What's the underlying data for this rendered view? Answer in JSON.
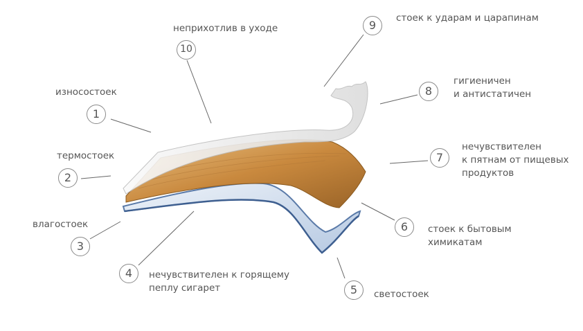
{
  "callouts": [
    {
      "number": "1",
      "text": "износостоек"
    },
    {
      "number": "2",
      "text": "термостоек"
    },
    {
      "number": "3",
      "text": "влагостоек"
    },
    {
      "number": "4",
      "lines": [
        "нечувствителен к горящему",
        "пеплу сигарет"
      ]
    },
    {
      "number": "5",
      "text": "светостоек"
    },
    {
      "number": "6",
      "lines": [
        "стоек к бытовым",
        "химикатам"
      ]
    },
    {
      "number": "7",
      "lines": [
        "нечувствителен",
        "к пятнам от пищевых",
        "продуктов"
      ]
    },
    {
      "number": "8",
      "lines": [
        "гигиеничен",
        "и антистатичен"
      ]
    },
    {
      "number": "9",
      "text": "стоек к ударам и царапинам"
    },
    {
      "number": "10",
      "text": "неприхотлив в уходе"
    }
  ],
  "colors": {
    "wood_light": "#e0b06a",
    "wood_dark": "#9a6a2a",
    "backing": "#c9d8ea",
    "backing_edge": "#5a7aa8",
    "film": "#ececec",
    "leader": "#666666"
  }
}
